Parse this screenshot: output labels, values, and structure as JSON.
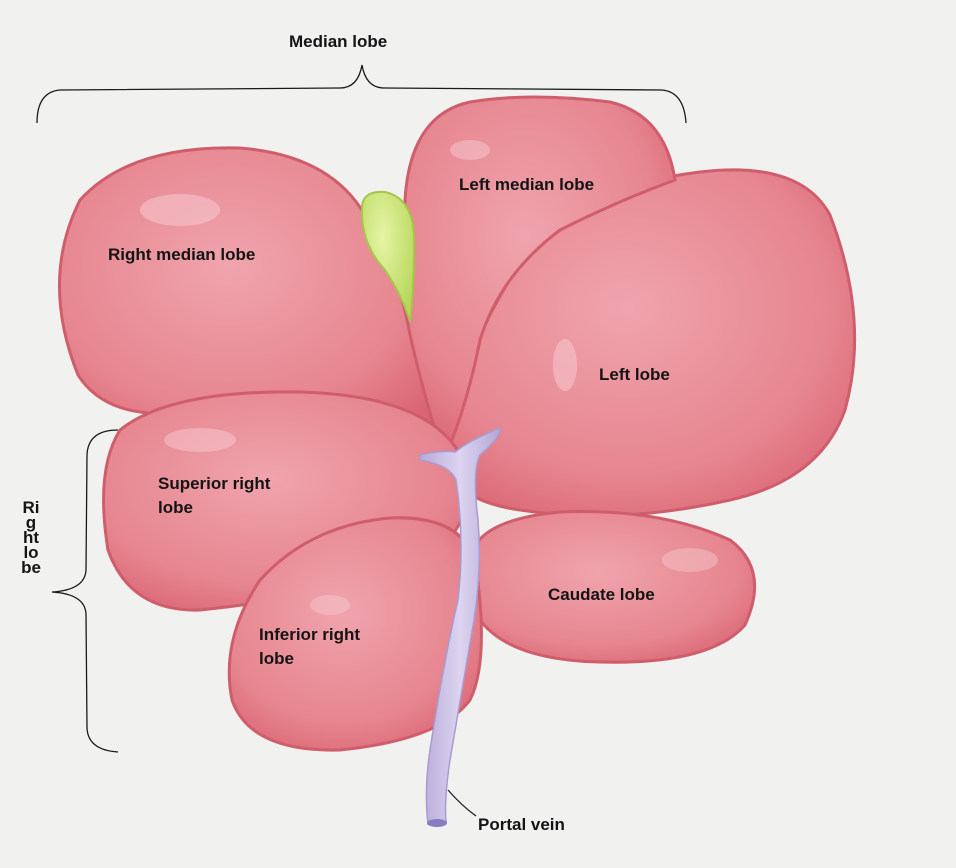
{
  "labels": {
    "median_lobe": "Median lobe",
    "left_median_lobe": "Left median lobe",
    "right_median_lobe": "Right median lobe",
    "left_lobe": "Left lobe",
    "superior_right_lobe_line1": "Superior right",
    "superior_right_lobe_line2": "lobe",
    "caudate_lobe": "Caudate lobe",
    "inferior_right_lobe_line1": "Inferior right",
    "inferior_right_lobe_line2": "lobe",
    "portal_vein": "Portal vein",
    "right_lobe_vertical": "Right lobe"
  },
  "colors": {
    "background": "#f1f1f0",
    "lobe_fill": "#e58b96",
    "lobe_edge": "#c94d5d",
    "gallbladder": "#c8e27a",
    "portal_vein": "#c9bfe4",
    "ink": "#141414"
  }
}
